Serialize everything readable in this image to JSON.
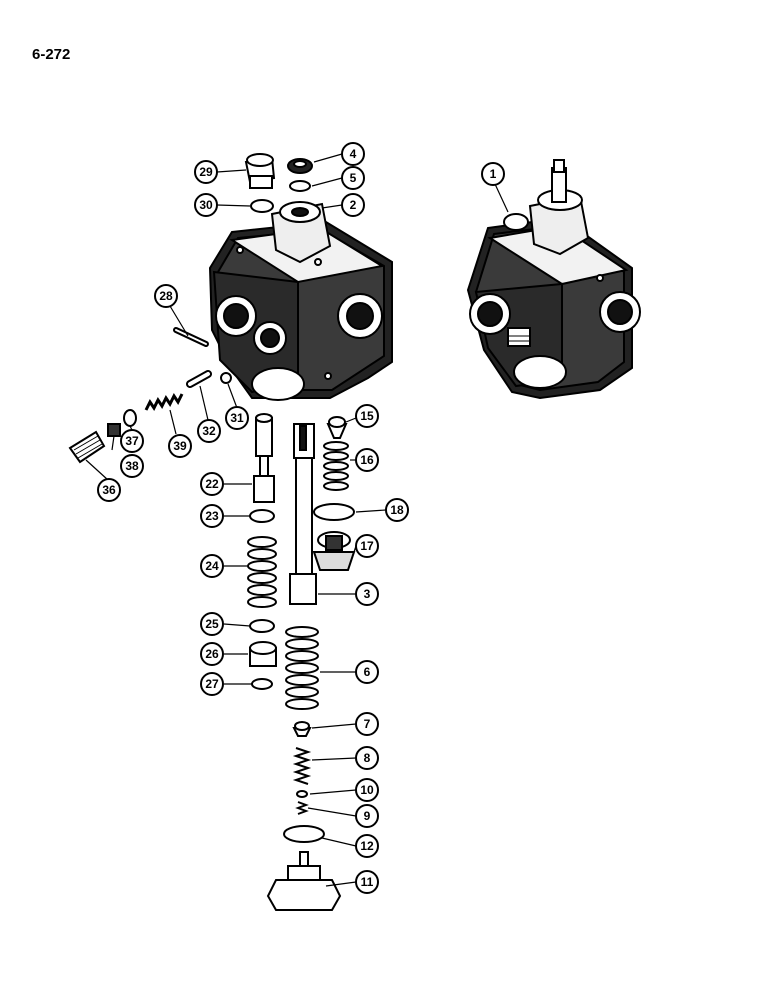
{
  "page_number": "6-272",
  "callouts": [
    "1",
    "2",
    "3",
    "4",
    "5",
    "6",
    "7",
    "8",
    "9",
    "10",
    "11",
    "12",
    "15",
    "16",
    "17",
    "18",
    "22",
    "23",
    "24",
    "25",
    "26",
    "27",
    "28",
    "29",
    "30",
    "31",
    "32",
    "36",
    "37",
    "38",
    "39"
  ]
}
